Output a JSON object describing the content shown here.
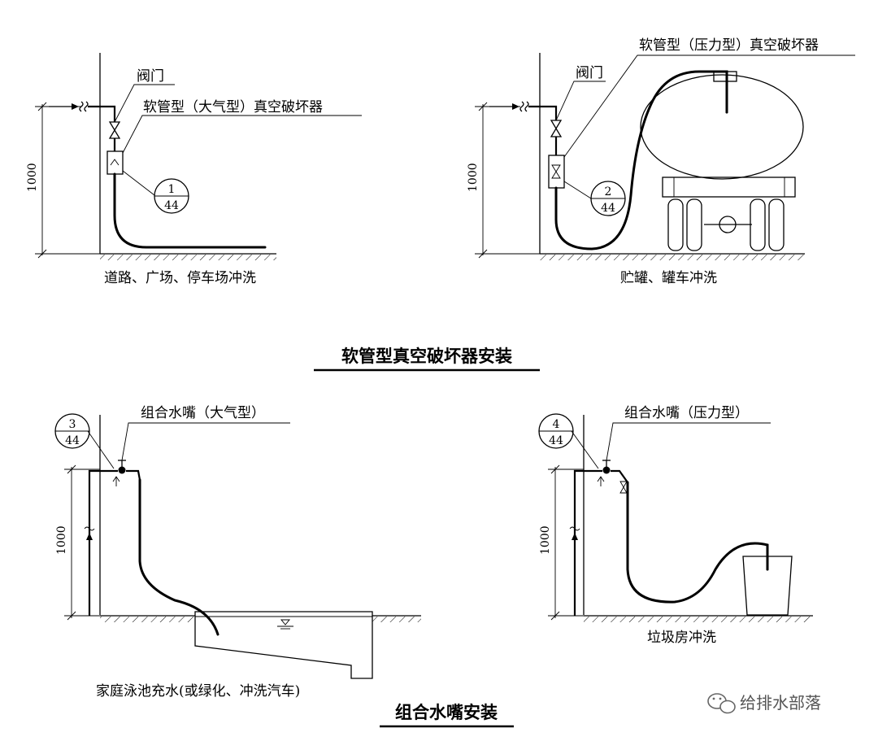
{
  "top_left": {
    "valve_label": "阀门",
    "breaker_label": "软管型（大气型）真空破坏器",
    "callout_num": "1",
    "callout_den": "44",
    "dimension": "1000",
    "caption": "道路、广场、停车场冲洗"
  },
  "top_right": {
    "valve_label": "阀门",
    "breaker_label": "软管型（压力型）真空破坏器",
    "callout_num": "2",
    "callout_den": "44",
    "dimension": "1000",
    "caption": "贮罐、罐车冲洗"
  },
  "section_title_1": "软管型真空破坏器安装",
  "bottom_left": {
    "faucet_label": "组合水嘴（大气型）",
    "callout_num": "3",
    "callout_den": "44",
    "dimension": "1000",
    "caption": "家庭泳池充水(或绿化、冲洗汽车)"
  },
  "bottom_right": {
    "faucet_label": "组合水嘴（压力型）",
    "callout_num": "4",
    "callout_den": "44",
    "dimension": "1000",
    "caption": "垃圾房冲洗"
  },
  "section_title_2": "组合水嘴安装",
  "watermark": "给排水部落"
}
